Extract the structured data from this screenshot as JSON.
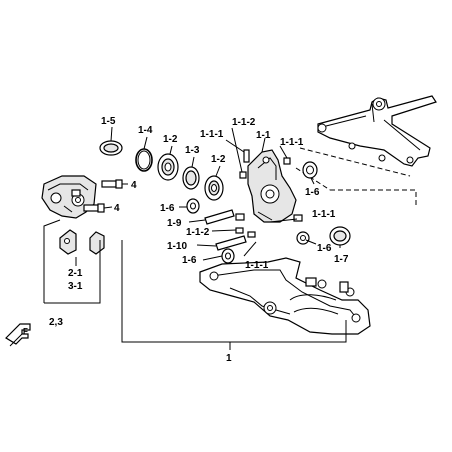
{
  "labels": {
    "l_1_5": "1-5",
    "l_1_4": "1-4",
    "l_1_2_a": "1-2",
    "l_1_3": "1-3",
    "l_1_2_b": "1-2",
    "l_1_1_1_a": "1-1-1",
    "l_1_1_2": "1-1-2",
    "l_1_1": "1-1",
    "l_1_1_1_b": "1-1-1",
    "l_4_a": "4",
    "l_4_b": "4",
    "l_1_6_a": "1-6",
    "l_1_6_b": "1-6",
    "l_1_9": "1-9",
    "l_1_1_2_b": "1-1-2",
    "l_1_1_1_c": "1-1-1",
    "l_1_10": "1-10",
    "l_1_6_c": "1-6",
    "l_1_6_d": "1-6",
    "l_1_7": "1-7",
    "l_1_1_1_d": "1-1-1",
    "l_2_1": "2-1",
    "l_3_1": "3-1",
    "l_2_3": "2,3",
    "l_1": "1",
    "l_f": "F"
  }
}
